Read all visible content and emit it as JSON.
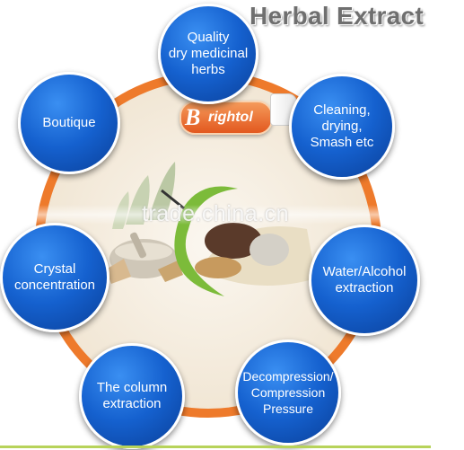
{
  "title": "Herbal Extract",
  "logo": {
    "letter": "B",
    "rest": "rightol"
  },
  "watermark": "trade.china.cn",
  "steps": [
    {
      "label": "Quality\ndry medicinal\nherbs"
    },
    {
      "label": "Cleaning,\ndrying,\nSmash etc"
    },
    {
      "label": "Water/Alcohol\nextraction"
    },
    {
      "label": "Decompression/\nCompression\nPressure"
    },
    {
      "label": "The column\nextraction"
    },
    {
      "label": "Crystal\nconcentration"
    },
    {
      "label": "Boutique"
    }
  ],
  "colors": {
    "ring": "#ee7a2b",
    "bubble": "#1561cf",
    "center": "#f6efe3",
    "accent_green": "#7cbb3a"
  }
}
